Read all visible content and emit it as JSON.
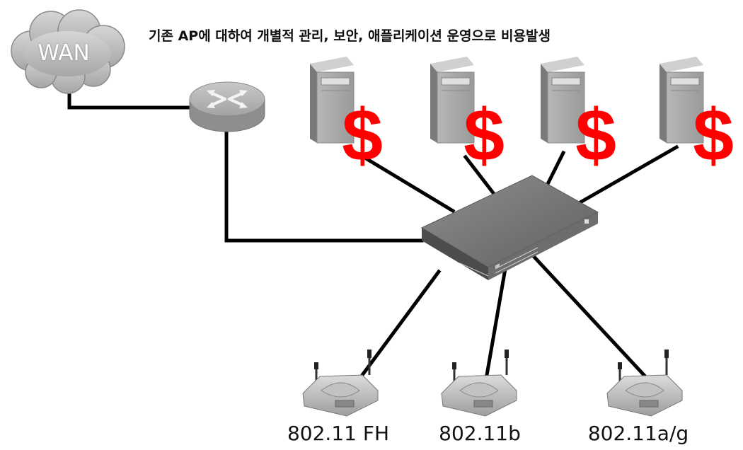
{
  "title": "기존 AP에 대하여 개별적 관리, 보안, 애플리케이션 운영으로 비용발생",
  "wan": {
    "label": "WAN"
  },
  "servers": [
    {
      "cost_symbol": "$"
    },
    {
      "cost_symbol": "$"
    },
    {
      "cost_symbol": "$"
    },
    {
      "cost_symbol": "$"
    }
  ],
  "access_points": [
    {
      "label": "802.11 FH"
    },
    {
      "label": "802.11b"
    },
    {
      "label": "802.11a/g"
    }
  ],
  "colors": {
    "cost_symbol": "#ff0000",
    "link": "#000000",
    "device_gray": "#8c8c8c"
  }
}
